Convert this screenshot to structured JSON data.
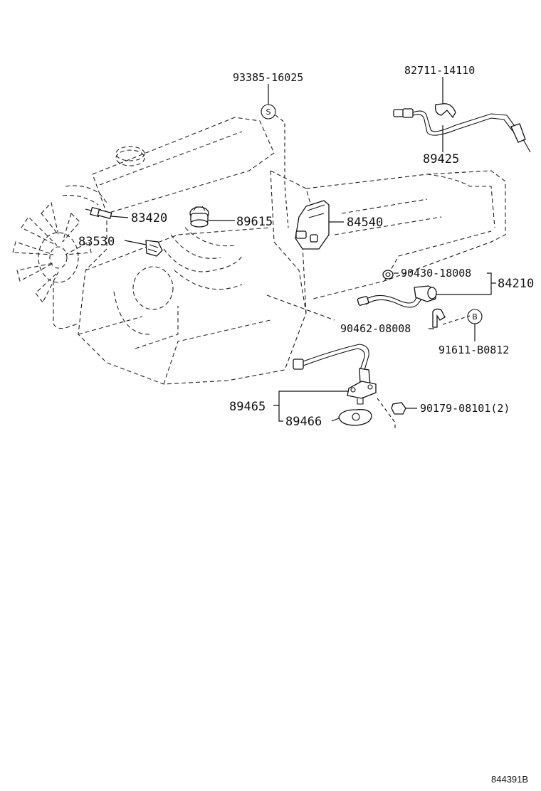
{
  "diagram_id": "844391B",
  "markers": {
    "s": "S",
    "b": "B"
  },
  "parts": {
    "p93385": "93385-16025",
    "p82711": "82711-14110",
    "p89425": "89425",
    "p83420": "83420",
    "p89615": "89615",
    "p84540": "84540",
    "p83530": "83530",
    "p90430": "90430-18008",
    "p84210": "84210",
    "p90462": "90462-08008",
    "p91611": "91611-B0812",
    "p89465": "89465",
    "p89466": "89466",
    "p90179": "90179-08101(2)"
  }
}
